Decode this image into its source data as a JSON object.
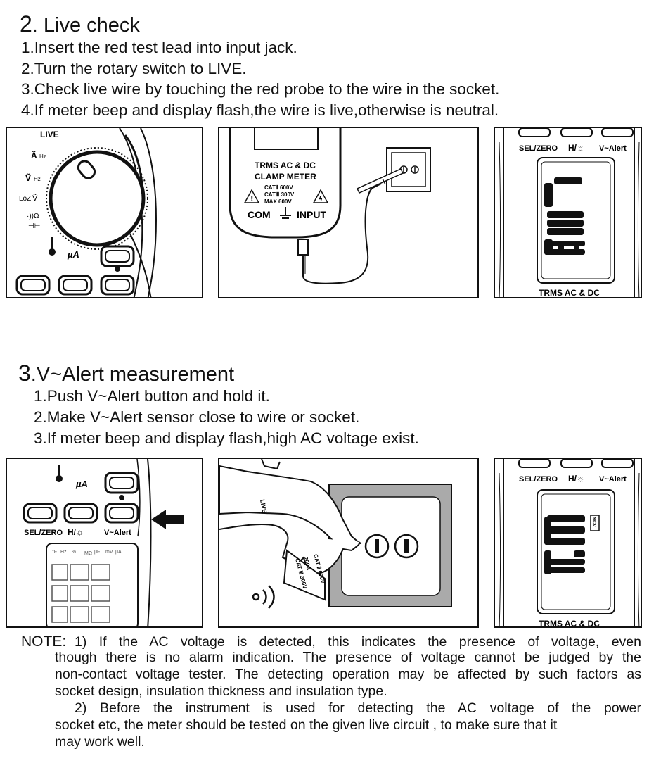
{
  "section2": {
    "number": "2",
    "title": ". Live check",
    "steps": [
      "1.Insert the red test lead into input jack.",
      "2.Turn the rotary switch to LIVE.",
      "3.Check live wire by touching the red probe to the wire in the socket.",
      "4.If meter beep and display flash,the wire is live,otherwise is neutral."
    ],
    "dial_labels": {
      "live": "LIVE",
      "a_hz": "Hz",
      "v_hz": "Hz",
      "loz": "LoZ",
      "ua": "µA"
    },
    "clamp_labels": {
      "line1": "TRMS AC & DC",
      "line2": "CLAMP METER",
      "cat2": "CATⅡ  600V",
      "cat3": "CATⅢ  300V",
      "max": "MAX   600V",
      "com": "COM",
      "input": "INPUT"
    },
    "display_labels": {
      "sel_zero": "SEL/ZERO",
      "h": "H/☼",
      "valert": "V~Alert",
      "trms": "TRMS AC & DC"
    }
  },
  "section3": {
    "number": "3",
    "title": ".V~Alert measurement",
    "steps": [
      "1.Push V~Alert button and hold it.",
      "2.Make V~Alert sensor close to wire or socket.",
      "3.If meter beep and display flash,high AC voltage exist."
    ],
    "button_labels": {
      "sel_zero": "SEL/ZERO",
      "h": "H/☼",
      "valert": "V~Alert",
      "ua": "µA"
    },
    "jaw_labels": {
      "live": "LIVE",
      "cat3": "CAT Ⅲ 300V",
      "cat2": "CAT Ⅱ 600V",
      "amp": "200A"
    },
    "display_labels": {
      "sel_zero": "SEL/ZERO",
      "h": "H/☼",
      "valert": "V~Alert",
      "trms": "TRMS AC & DC",
      "ncv": "NCV"
    }
  },
  "note": {
    "label": "NOTE:",
    "p1_line1": "1) If  the  AC  voltage  is  detected, this  indicates  the  presence  of  voltage,  even",
    "p1_line2": "though there is no alarm indication. The presence of voltage cannot be judged by the",
    "p1_line3": "non-contact voltage tester. The detecting operation may be affected by such factors as",
    "p1_line4": "socket design, insulation thickness and insulation type.",
    "p2_line1": "2) Before  the  instrument  is  used  for  detecting  the AC  voltage  of  the  power",
    "p2_line2": "socket etc, the meter  should be tested on the given live circuit , to make sure that it",
    "p2_line3": "may work well."
  }
}
